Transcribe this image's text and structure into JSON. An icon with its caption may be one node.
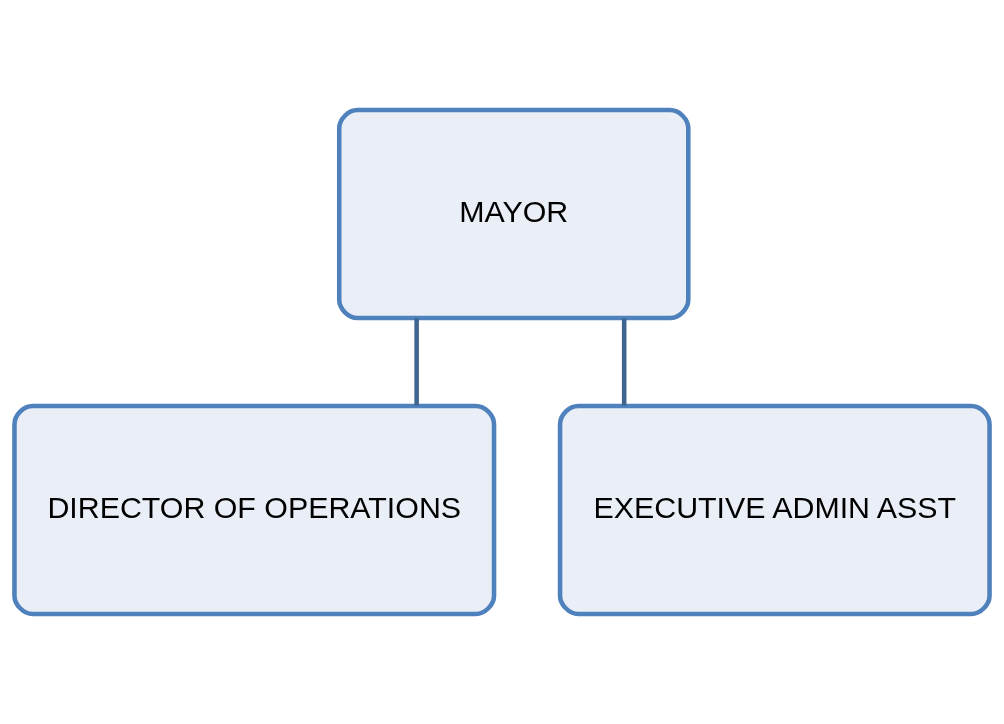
{
  "diagram": {
    "nodes": [
      {
        "text": [
          "MAYOR"
        ]
      },
      {
        "text": [
          "DIRECTOR OF OPERATIONS"
        ]
      },
      {
        "text": [
          "EXECUTIVE ADMIN ASST"
        ]
      }
    ],
    "edges": [
      {
        "from": 0,
        "to": 1,
        "arrow": "none"
      },
      {
        "from": 0,
        "to": 2,
        "arrow": "none"
      }
    ]
  }
}
